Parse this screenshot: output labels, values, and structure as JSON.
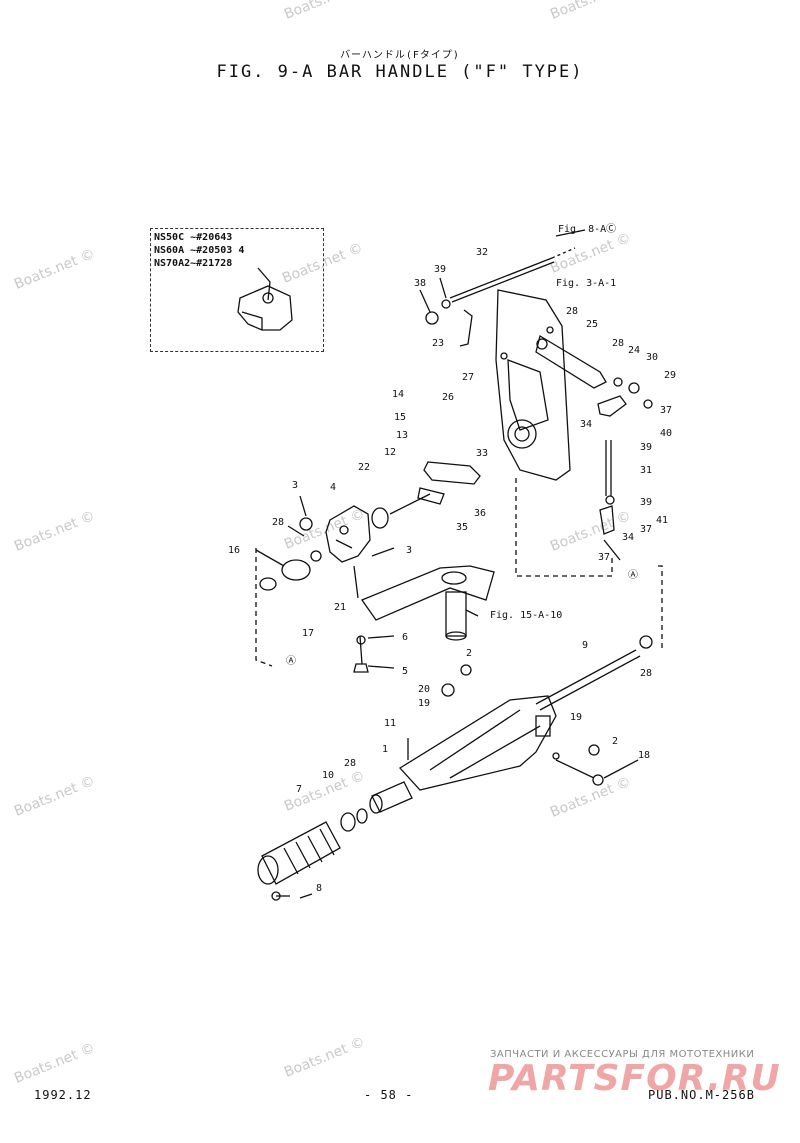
{
  "header": {
    "title_jp": "バーハンドル(Fタイプ)",
    "title": "FIG.  9-A BAR HANDLE (\"F\" TYPE)"
  },
  "variants": [
    {
      "model": "NS50C",
      "serial": "~#20643",
      "part": ""
    },
    {
      "model": "NS60A",
      "serial": "~#20503",
      "part": "4"
    },
    {
      "model": "NS70A2",
      "serial": "~#21728",
      "part": ""
    }
  ],
  "refs": {
    "fig8": "Fig. 8-AⒸ",
    "fig3": "Fig. 3-A-1",
    "fig15": "Fig. 15-A-10",
    "ref_a": "Ⓐ"
  },
  "callouts": [
    "1",
    "2",
    "3",
    "4",
    "5",
    "6",
    "7",
    "8",
    "9",
    "10",
    "11",
    "12",
    "13",
    "14",
    "15",
    "16",
    "17",
    "18",
    "19",
    "20",
    "21",
    "22",
    "23",
    "24",
    "25",
    "26",
    "27",
    "28",
    "29",
    "30",
    "31",
    "32",
    "33",
    "34",
    "35",
    "36",
    "37",
    "38",
    "39",
    "40",
    "41"
  ],
  "watermark": "Boats.net ©",
  "brand": {
    "tagline": "ЗАПЧАСТИ И АКСЕССУАРЫ ДЛЯ МОТОТЕХНИКИ",
    "name": "PARTSFOR.RU"
  },
  "footer": {
    "date": "1992.12",
    "page": "- 58 -",
    "pub": "PUB.NO.M-256B"
  },
  "colors": {
    "line": "#111111",
    "watermark": "#c9c9c9",
    "brand": "#f0a6a6"
  }
}
